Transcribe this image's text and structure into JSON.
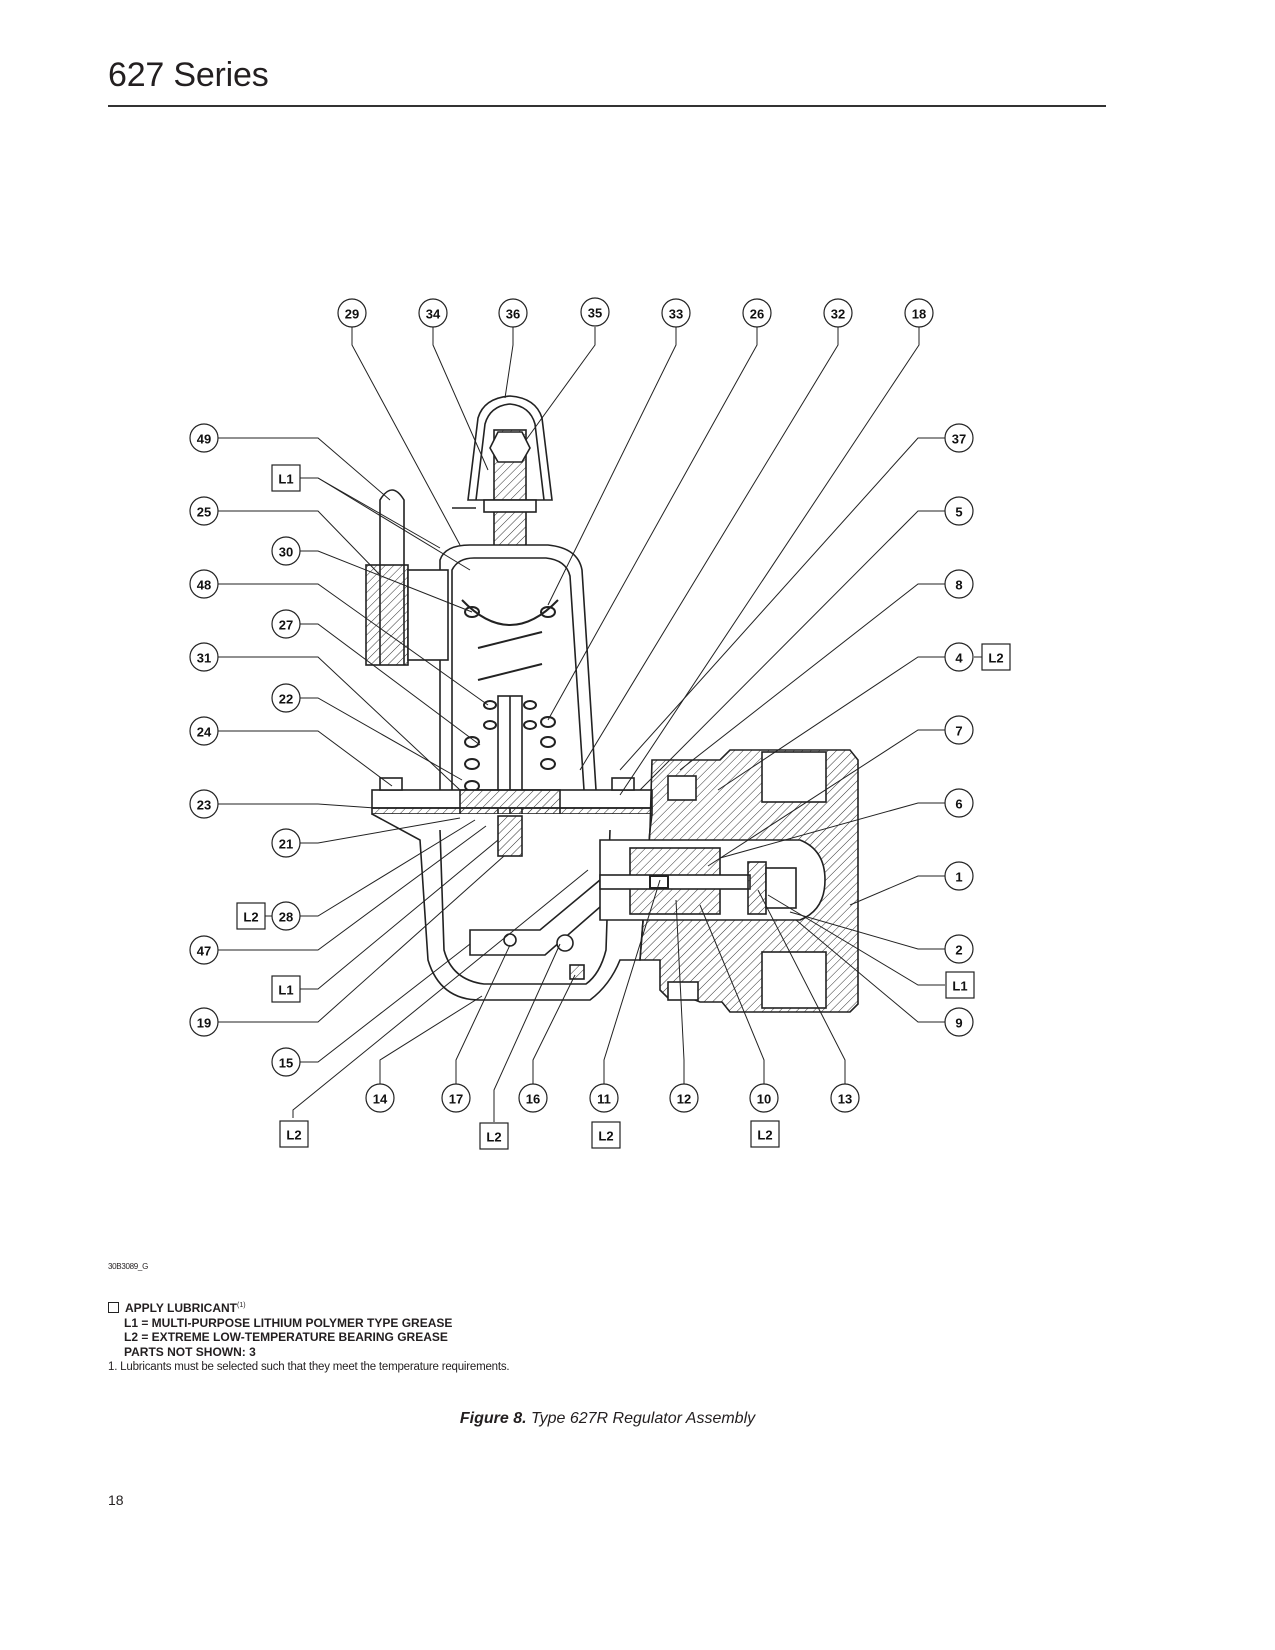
{
  "header": {
    "title": "627 Series"
  },
  "figure": {
    "label": "Figure 8.",
    "title": "Type 627R Regulator Assembly",
    "drawing_code": "30B3089_G",
    "callouts": {
      "top": [
        "29",
        "34",
        "36",
        "35",
        "33",
        "26",
        "32",
        "18"
      ],
      "left": [
        "49",
        "25",
        "30",
        "48",
        "27",
        "31",
        "22",
        "24",
        "23",
        "21",
        "28",
        "47",
        "19",
        "15"
      ],
      "left_lubricant_tags": [
        {
          "tag": "L1",
          "position": "between 49 and 25"
        },
        {
          "tag": "L2",
          "attached_to": "28"
        },
        {
          "tag": "L1",
          "position": "between 47 and 19"
        },
        {
          "tag": "L2",
          "position": "below 15"
        }
      ],
      "right": [
        "37",
        "5",
        "8",
        "4",
        "7",
        "6",
        "1",
        "2",
        "9"
      ],
      "right_lubricant_tags": [
        {
          "tag": "L2",
          "attached_to": "4"
        },
        {
          "tag": "L1",
          "position": "between 2 and 9"
        }
      ],
      "bottom": [
        "14",
        "17",
        "16",
        "11",
        "12",
        "10",
        "13"
      ],
      "bottom_lubricant_tags": [
        {
          "tag": "L2",
          "position": "between 17 and 16"
        },
        {
          "tag": "L2",
          "attached_to": "11"
        },
        {
          "tag": "L2",
          "attached_to": "10"
        }
      ]
    }
  },
  "legend": {
    "heading": "APPLY LUBRICANT",
    "heading_note_ref": "(1)",
    "lines": [
      "L1 = MULTI-PURPOSE LITHIUM POLYMER TYPE GREASE",
      "L2 = EXTREME LOW-TEMPERATURE BEARING GREASE",
      "PARTS NOT SHOWN: 3"
    ],
    "footnote": "1. Lubricants must be selected such that they meet the temperature requirements."
  },
  "page_number": "18"
}
